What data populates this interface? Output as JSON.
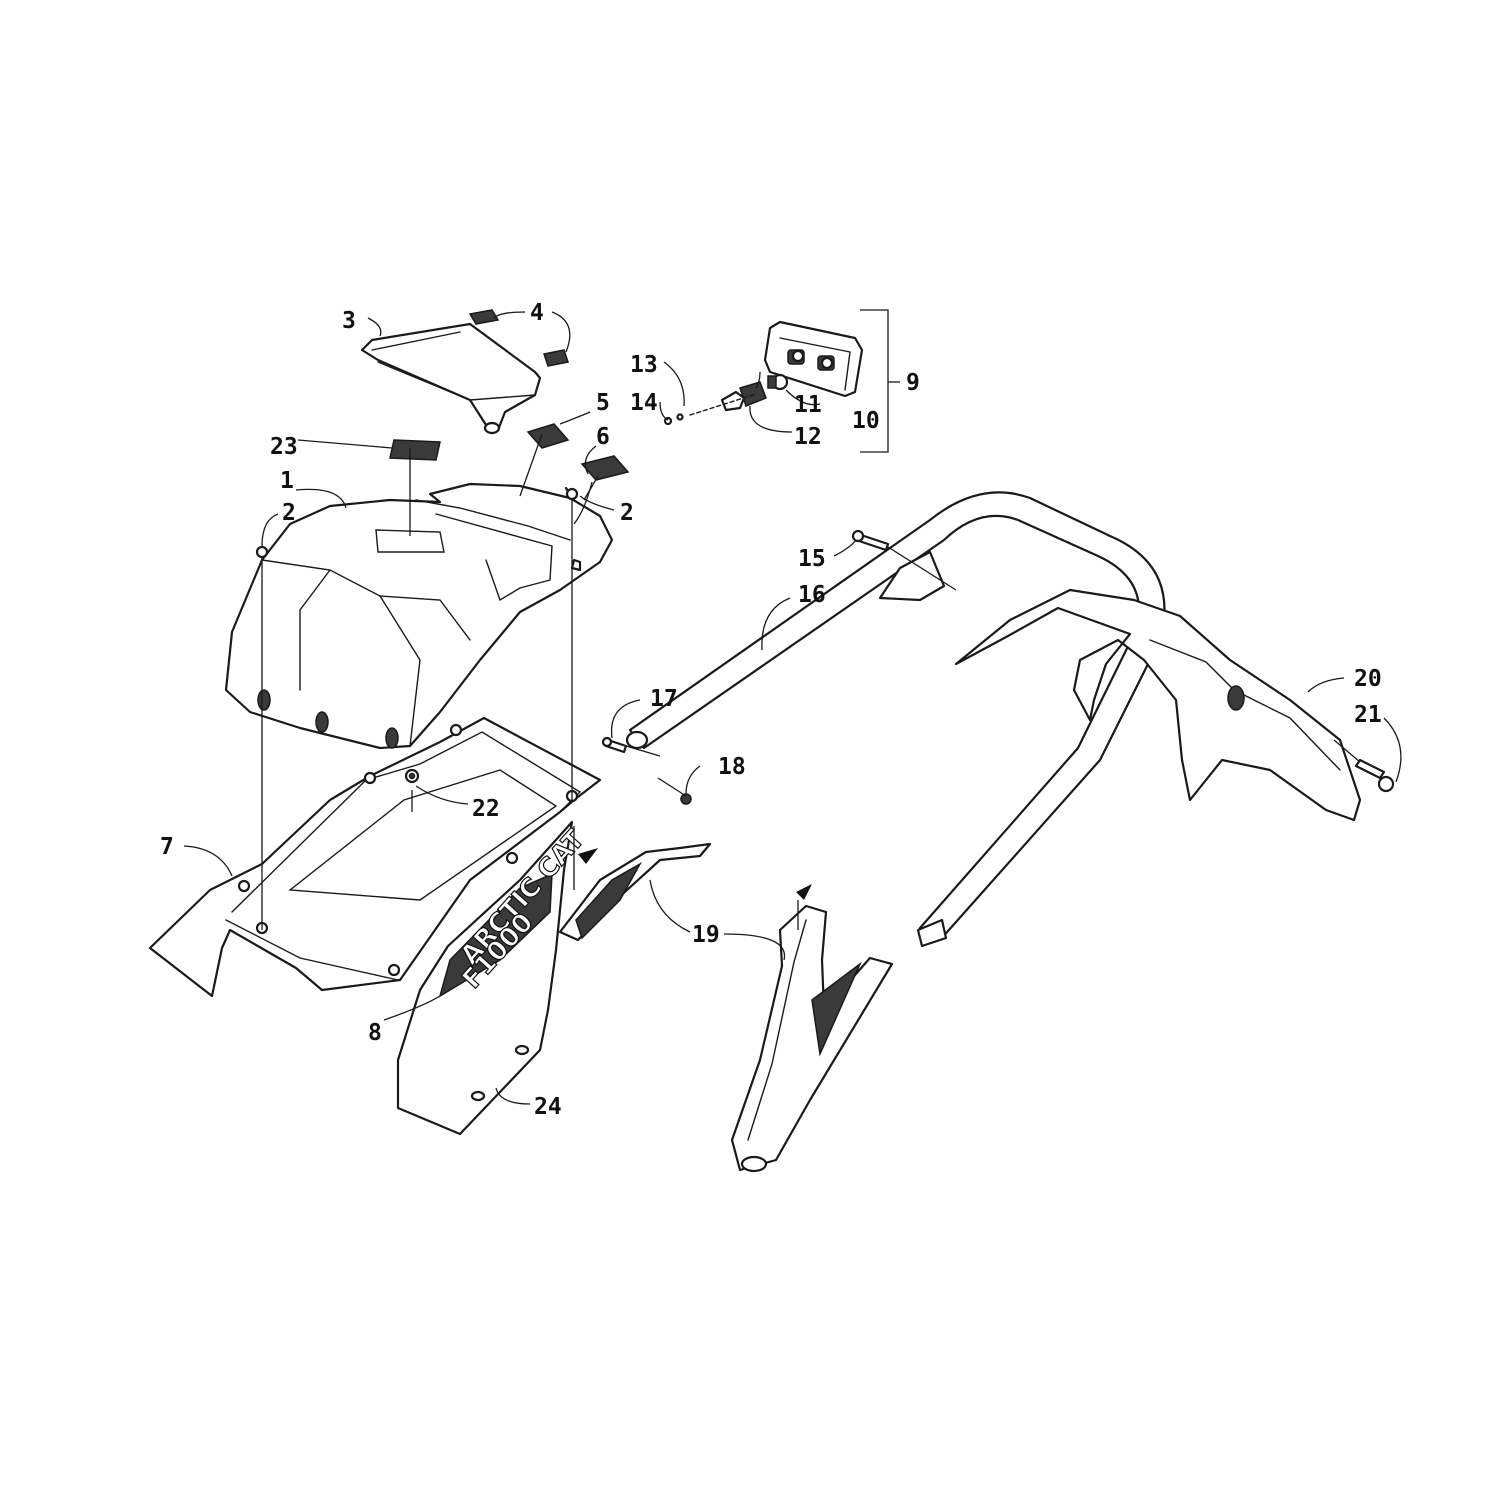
{
  "diagram": {
    "callouts": [
      {
        "id": "c1",
        "label": "1"
      },
      {
        "id": "c2a",
        "label": "2"
      },
      {
        "id": "c2b",
        "label": "2"
      },
      {
        "id": "c3",
        "label": "3"
      },
      {
        "id": "c4",
        "label": "4"
      },
      {
        "id": "c5",
        "label": "5"
      },
      {
        "id": "c6",
        "label": "6"
      },
      {
        "id": "c7",
        "label": "7"
      },
      {
        "id": "c8",
        "label": "8"
      },
      {
        "id": "c9",
        "label": "9"
      },
      {
        "id": "c10",
        "label": "10"
      },
      {
        "id": "c11",
        "label": "11"
      },
      {
        "id": "c12",
        "label": "12"
      },
      {
        "id": "c13",
        "label": "13"
      },
      {
        "id": "c14",
        "label": "14"
      },
      {
        "id": "c15",
        "label": "15"
      },
      {
        "id": "c16",
        "label": "16"
      },
      {
        "id": "c17",
        "label": "17"
      },
      {
        "id": "c18",
        "label": "18"
      },
      {
        "id": "c19",
        "label": "19"
      },
      {
        "id": "c20",
        "label": "20"
      },
      {
        "id": "c21",
        "label": "21"
      },
      {
        "id": "c22",
        "label": "22"
      },
      {
        "id": "c23",
        "label": "23"
      },
      {
        "id": "c24",
        "label": "24"
      }
    ],
    "decal_text": {
      "brand": "ARCTIC CAT",
      "model": "F1000"
    }
  }
}
